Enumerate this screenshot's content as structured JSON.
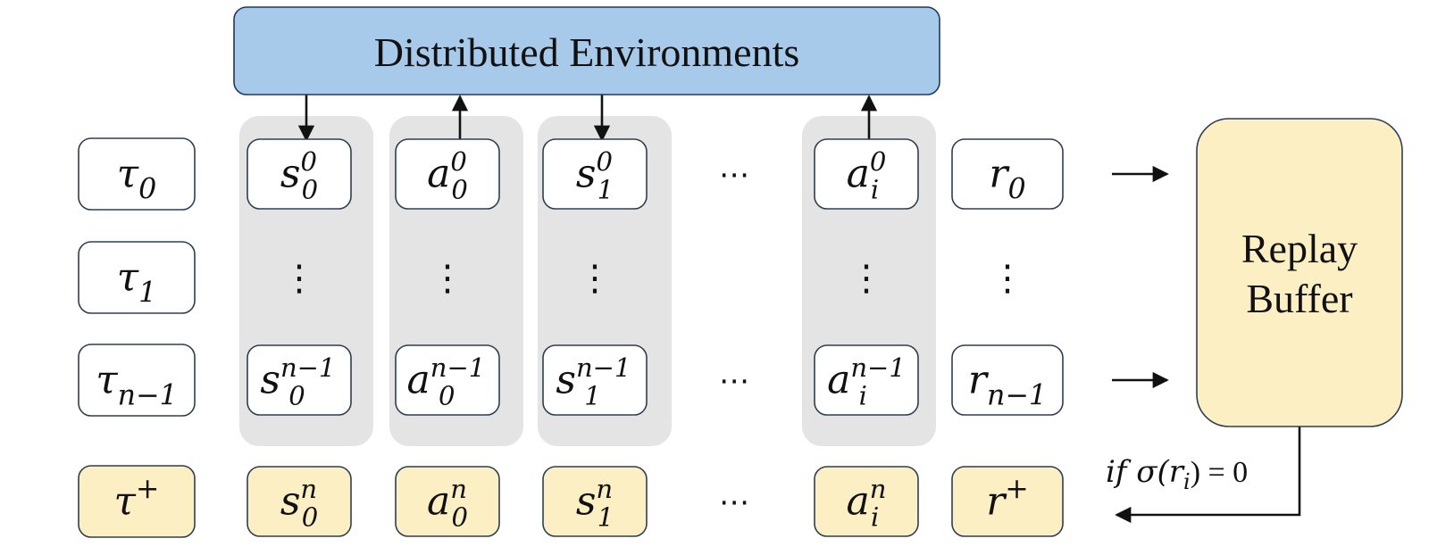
{
  "env": {
    "label": "Distributed Environments",
    "fill": "#a7c9ea",
    "stroke": "#1f3a5a"
  },
  "buffer": {
    "line1": "Replay",
    "line2": "Buffer",
    "fill": "#fcefc4"
  },
  "condition": {
    "prefix": "if",
    "sigma": "σ(r",
    "sub": "i",
    "suffix": ") = 0"
  },
  "colors": {
    "group": "#e4e4e4",
    "row_fill": "#ffffff",
    "plus_fill": "#fcefc4",
    "border": "#2d3e52"
  },
  "ellipsis": "⋯",
  "vdots": "⋮",
  "rows": [
    {
      "trajectory": {
        "base": "τ",
        "sub": "0"
      },
      "cells": [
        {
          "base": "s",
          "sup": "0",
          "sub": "0"
        },
        {
          "base": "a",
          "sup": "0",
          "sub": "0"
        },
        {
          "base": "s",
          "sup": "0",
          "sub": "1"
        },
        {
          "base": "a",
          "sup": "0",
          "sub": "i"
        }
      ],
      "reward": {
        "base": "r",
        "sub": "0"
      }
    },
    {
      "trajectory": {
        "base": "τ",
        "sub": "1"
      },
      "cells": [],
      "reward": null
    },
    {
      "trajectory": {
        "base": "τ",
        "sub": "n−1"
      },
      "cells": [
        {
          "base": "s",
          "sup": "n−1",
          "sub": "0"
        },
        {
          "base": "a",
          "sup": "n−1",
          "sub": "0"
        },
        {
          "base": "s",
          "sup": "n−1",
          "sub": "1"
        },
        {
          "base": "a",
          "sup": "n−1",
          "sub": "i"
        }
      ],
      "reward": {
        "base": "r",
        "sub": "n−1"
      }
    }
  ],
  "plus_row": {
    "trajectory": {
      "base": "τ",
      "sup": "+"
    },
    "cells": [
      {
        "base": "s",
        "sup": "n",
        "sub": "0"
      },
      {
        "base": "a",
        "sup": "n",
        "sub": "0"
      },
      {
        "base": "s",
        "sup": "n",
        "sub": "1"
      },
      {
        "base": "a",
        "sup": "n",
        "sub": "i"
      }
    ],
    "reward": {
      "base": "r",
      "sup": "+"
    }
  }
}
